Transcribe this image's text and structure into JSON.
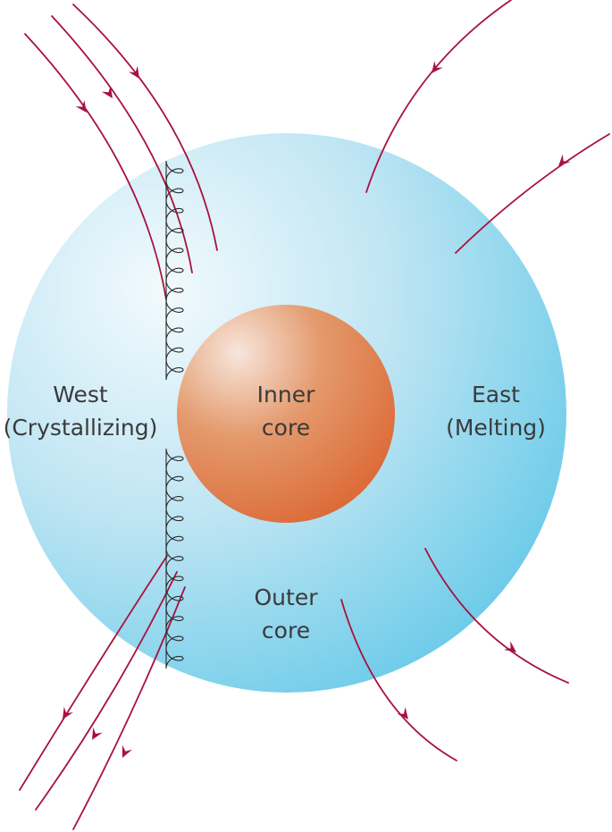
{
  "labels": {
    "west": [
      "West",
      "(Crystallizing)"
    ],
    "inner_core": [
      "Inner",
      "core"
    ],
    "east": [
      "East",
      "(Melting)"
    ],
    "outer_core": [
      "Outer",
      "core"
    ]
  },
  "colors": {
    "outer_core_light": "#f2fafd",
    "outer_core_mid": "#bfe5f3",
    "outer_core_dark": "#6ccbe9",
    "inner_core_light": "#f7e6dc",
    "inner_core_mid": "#e49a6d",
    "inner_core_dark": "#dc6b38",
    "field_line": "#a8123e",
    "coil": "#2a2a2a",
    "text": "#3a3a3a"
  }
}
